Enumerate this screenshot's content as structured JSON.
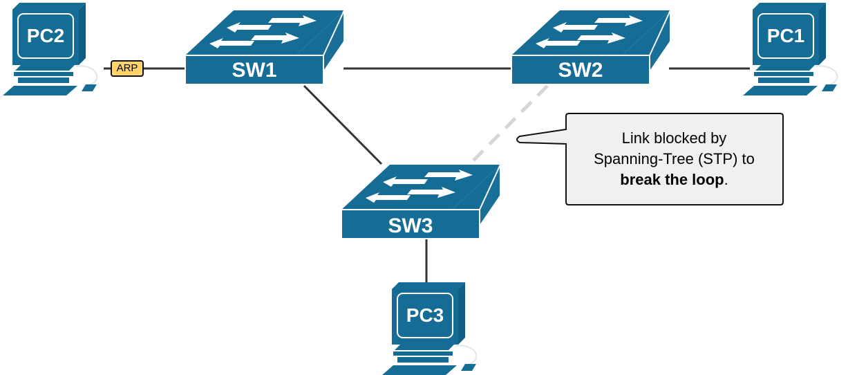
{
  "diagram": {
    "title": "Spanning-Tree blocked link topology",
    "colors": {
      "device_blue": "#156d96",
      "device_dark": "#0d5578",
      "link": "#333333",
      "blocked_link": "#d6d6d6",
      "callout_bg": "#f0f0f0",
      "arp_bg": "#ffd56b"
    },
    "devices": {
      "pc1": {
        "label": "PC1",
        "type": "pc-icon"
      },
      "pc2": {
        "label": "PC2",
        "type": "pc-icon"
      },
      "pc3": {
        "label": "PC3",
        "type": "pc-icon"
      },
      "sw1": {
        "label": "SW1",
        "type": "switch-icon"
      },
      "sw2": {
        "label": "SW2",
        "type": "switch-icon"
      },
      "sw3": {
        "label": "SW3",
        "type": "switch-icon"
      }
    },
    "links": [
      {
        "from": "PC2",
        "to": "SW1",
        "status": "active"
      },
      {
        "from": "SW1",
        "to": "SW2",
        "status": "active"
      },
      {
        "from": "SW2",
        "to": "PC1",
        "status": "active"
      },
      {
        "from": "SW1",
        "to": "SW3",
        "status": "active"
      },
      {
        "from": "SW3",
        "to": "PC3",
        "status": "active"
      },
      {
        "from": "SW2",
        "to": "SW3",
        "status": "blocked"
      }
    ],
    "packet": {
      "label": "ARP"
    },
    "callout": {
      "line1": "Link blocked by",
      "line2": "Spanning-Tree (STP) to",
      "bold": "break the loop",
      "suffix": "."
    }
  }
}
